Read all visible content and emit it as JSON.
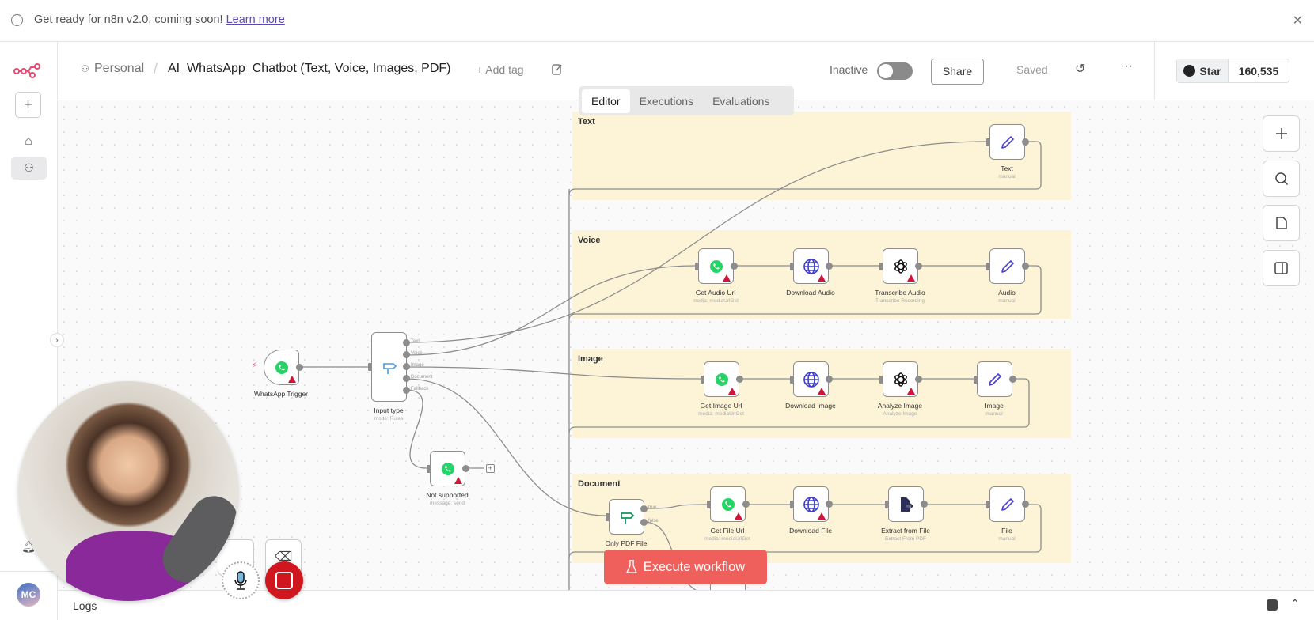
{
  "banner": {
    "text": "Get ready for n8n v2.0, coming soon!",
    "link": "Learn more"
  },
  "header": {
    "project": "Personal",
    "separator": "/",
    "title": "AI_WhatsApp_Chatbot (Text, Voice, Images, PDF)",
    "add_tag": "+ Add tag",
    "status": "Inactive",
    "active": false,
    "share": "Share",
    "saved": "Saved",
    "star": "Star",
    "star_count": "160,535"
  },
  "tabs": [
    {
      "label": "Editor",
      "active": true
    },
    {
      "label": "Executions"
    },
    {
      "label": "Evaluations"
    }
  ],
  "groups": [
    {
      "label": "Text"
    },
    {
      "label": "Voice"
    },
    {
      "label": "Image"
    },
    {
      "label": "Document"
    }
  ],
  "nodes": [
    {
      "name": "WhatsApp Trigger",
      "sub": "",
      "icon": "whatsapp",
      "warn": true
    },
    {
      "name": "Input type",
      "sub": "mode: Rules",
      "icon": "switch",
      "warn": false
    },
    {
      "name": "Not supported",
      "sub": "message: send",
      "icon": "whatsapp",
      "warn": true
    },
    {
      "name": "Text",
      "sub": "manual",
      "icon": "pencil",
      "warn": false
    },
    {
      "name": "Get Audio Url",
      "sub": "media: mediaUrlGet",
      "icon": "whatsapp",
      "warn": true
    },
    {
      "name": "Download Audio",
      "sub": "",
      "icon": "globe",
      "warn": true
    },
    {
      "name": "Transcribe Audio",
      "sub": "Transcribe Recording",
      "icon": "openai",
      "warn": true
    },
    {
      "name": "Audio",
      "sub": "manual",
      "icon": "pencil",
      "warn": false
    },
    {
      "name": "Get Image Url",
      "sub": "media: mediaUrlGet",
      "icon": "whatsapp",
      "warn": true
    },
    {
      "name": "Download Image",
      "sub": "",
      "icon": "globe",
      "warn": true
    },
    {
      "name": "Analyze Image",
      "sub": "Analyze Image",
      "icon": "openai",
      "warn": true
    },
    {
      "name": "Image",
      "sub": "manual",
      "icon": "pencil",
      "warn": false
    },
    {
      "name": "Only PDF File",
      "sub": "",
      "icon": "switch-green",
      "warn": false
    },
    {
      "name": "Get File Url",
      "sub": "media: mediaUrlGet",
      "icon": "whatsapp",
      "warn": true
    },
    {
      "name": "Download File",
      "sub": "",
      "icon": "globe",
      "warn": true
    },
    {
      "name": "Extract from File",
      "sub": "Extract From PDF",
      "icon": "extract-file",
      "warn": false
    },
    {
      "name": "File",
      "sub": "manual",
      "icon": "pencil",
      "warn": false
    }
  ],
  "switch_outputs": [
    "Text",
    "Voice",
    "Image",
    "Document",
    "Fallback"
  ],
  "if_outputs": [
    "true",
    "false"
  ],
  "execute": "Execute workflow",
  "logs": "Logs",
  "avatar": "MC",
  "colors": {
    "accent": "#ea4b71",
    "execute": "#ef5f5c",
    "group": "#fdf3d6",
    "warning": "#d2143a",
    "whatsapp": "#25d366",
    "globe": "#3f3fc9"
  }
}
